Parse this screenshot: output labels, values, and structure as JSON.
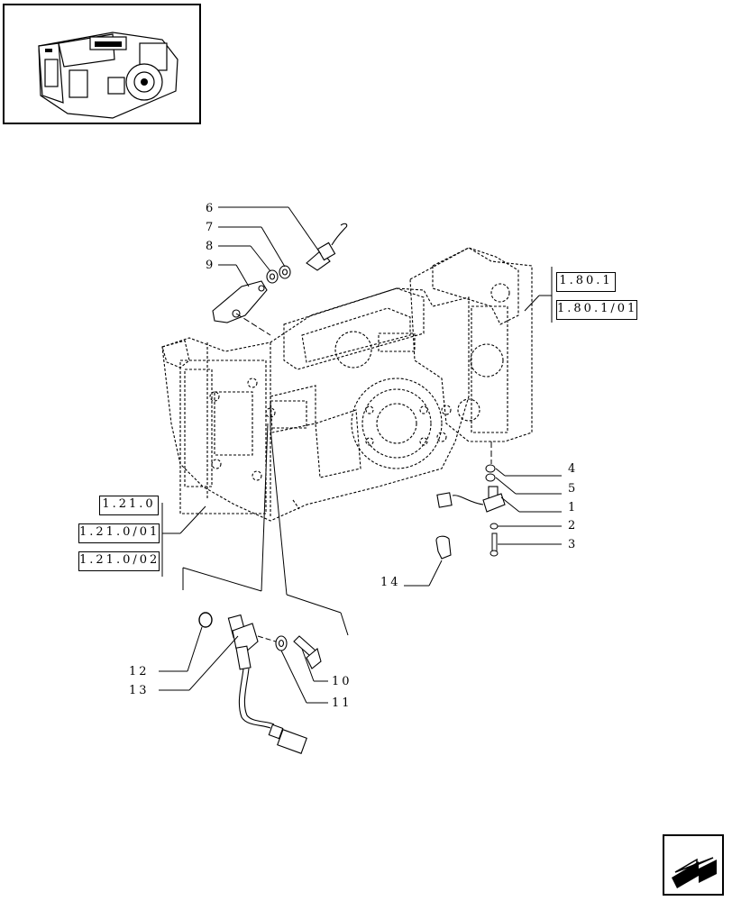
{
  "thumbnail": {
    "icon": "transmission-housing-thumbnail"
  },
  "reference_boxes": [
    {
      "id": "r1",
      "label": "1.80.1"
    },
    {
      "id": "r2",
      "label": "1.80.1/01"
    },
    {
      "id": "r3",
      "label": "1.21.0"
    },
    {
      "id": "r4",
      "label": "1.21.0/01"
    },
    {
      "id": "r5",
      "label": "1.21.0/02"
    }
  ],
  "callouts": {
    "c1": "1",
    "c2": "2",
    "c3": "3",
    "c4": "4",
    "c5": "5",
    "c6": "6",
    "c7": "7",
    "c8": "8",
    "c9": "9",
    "c10": "10",
    "c11": "11",
    "c12": "12",
    "c13": "13",
    "c14": "14"
  },
  "navigation": {
    "next_icon": "next-page-arrow-icon"
  }
}
